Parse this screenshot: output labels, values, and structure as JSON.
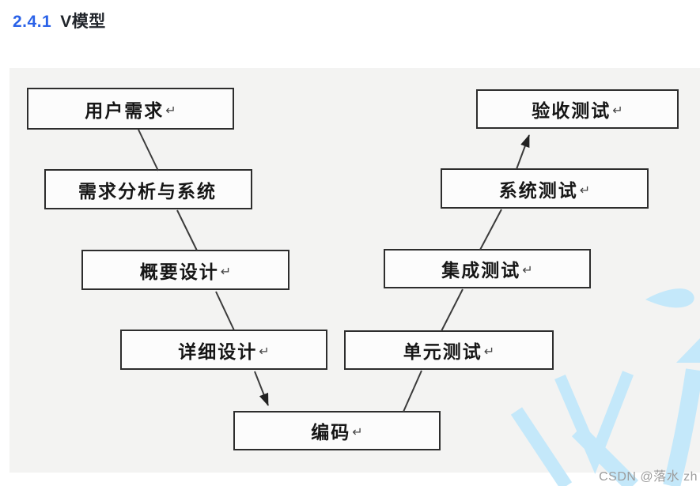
{
  "heading": {
    "number": "2.4.1",
    "title": "V模型"
  },
  "diagram": {
    "boxes": [
      {
        "id": "user-requirements",
        "label": "用户需求",
        "mark": "↵"
      },
      {
        "id": "requirements-analysis",
        "label": "需求分析与系统",
        "mark": ""
      },
      {
        "id": "high-level-design",
        "label": "概要设计",
        "mark": "↵"
      },
      {
        "id": "detailed-design",
        "label": "详细设计",
        "mark": "↵"
      },
      {
        "id": "coding",
        "label": "编码",
        "mark": "↵"
      },
      {
        "id": "unit-testing",
        "label": "单元测试",
        "mark": "↵"
      },
      {
        "id": "integration-testing",
        "label": "集成测试",
        "mark": "↵"
      },
      {
        "id": "system-testing",
        "label": "系统测试",
        "mark": "↵"
      },
      {
        "id": "acceptance-testing",
        "label": "验收测试",
        "mark": "↵"
      }
    ],
    "connections": [
      {
        "from": "user-requirements",
        "to": "requirements-analysis",
        "arrow": false
      },
      {
        "from": "requirements-analysis",
        "to": "high-level-design",
        "arrow": false
      },
      {
        "from": "high-level-design",
        "to": "detailed-design",
        "arrow": false
      },
      {
        "from": "detailed-design",
        "to": "coding",
        "arrow": true
      },
      {
        "from": "coding",
        "to": "unit-testing",
        "arrow": false
      },
      {
        "from": "unit-testing",
        "to": "integration-testing",
        "arrow": false
      },
      {
        "from": "integration-testing",
        "to": "system-testing",
        "arrow": false
      },
      {
        "from": "system-testing",
        "to": "acceptance-testing",
        "arrow": true
      }
    ]
  },
  "watermark": {
    "text": "CSDN @落水 zh"
  },
  "colors": {
    "heading_number": "#2a62e8",
    "heading_text": "#21252b",
    "panel_bg": "#f3f3f2",
    "box_fill": "#fcfcfc",
    "box_border": "#2d2d2d",
    "connector": "#3b3b3b",
    "watermark_logo": "#c4e8fa",
    "watermark_text": "#9d9d9d"
  }
}
